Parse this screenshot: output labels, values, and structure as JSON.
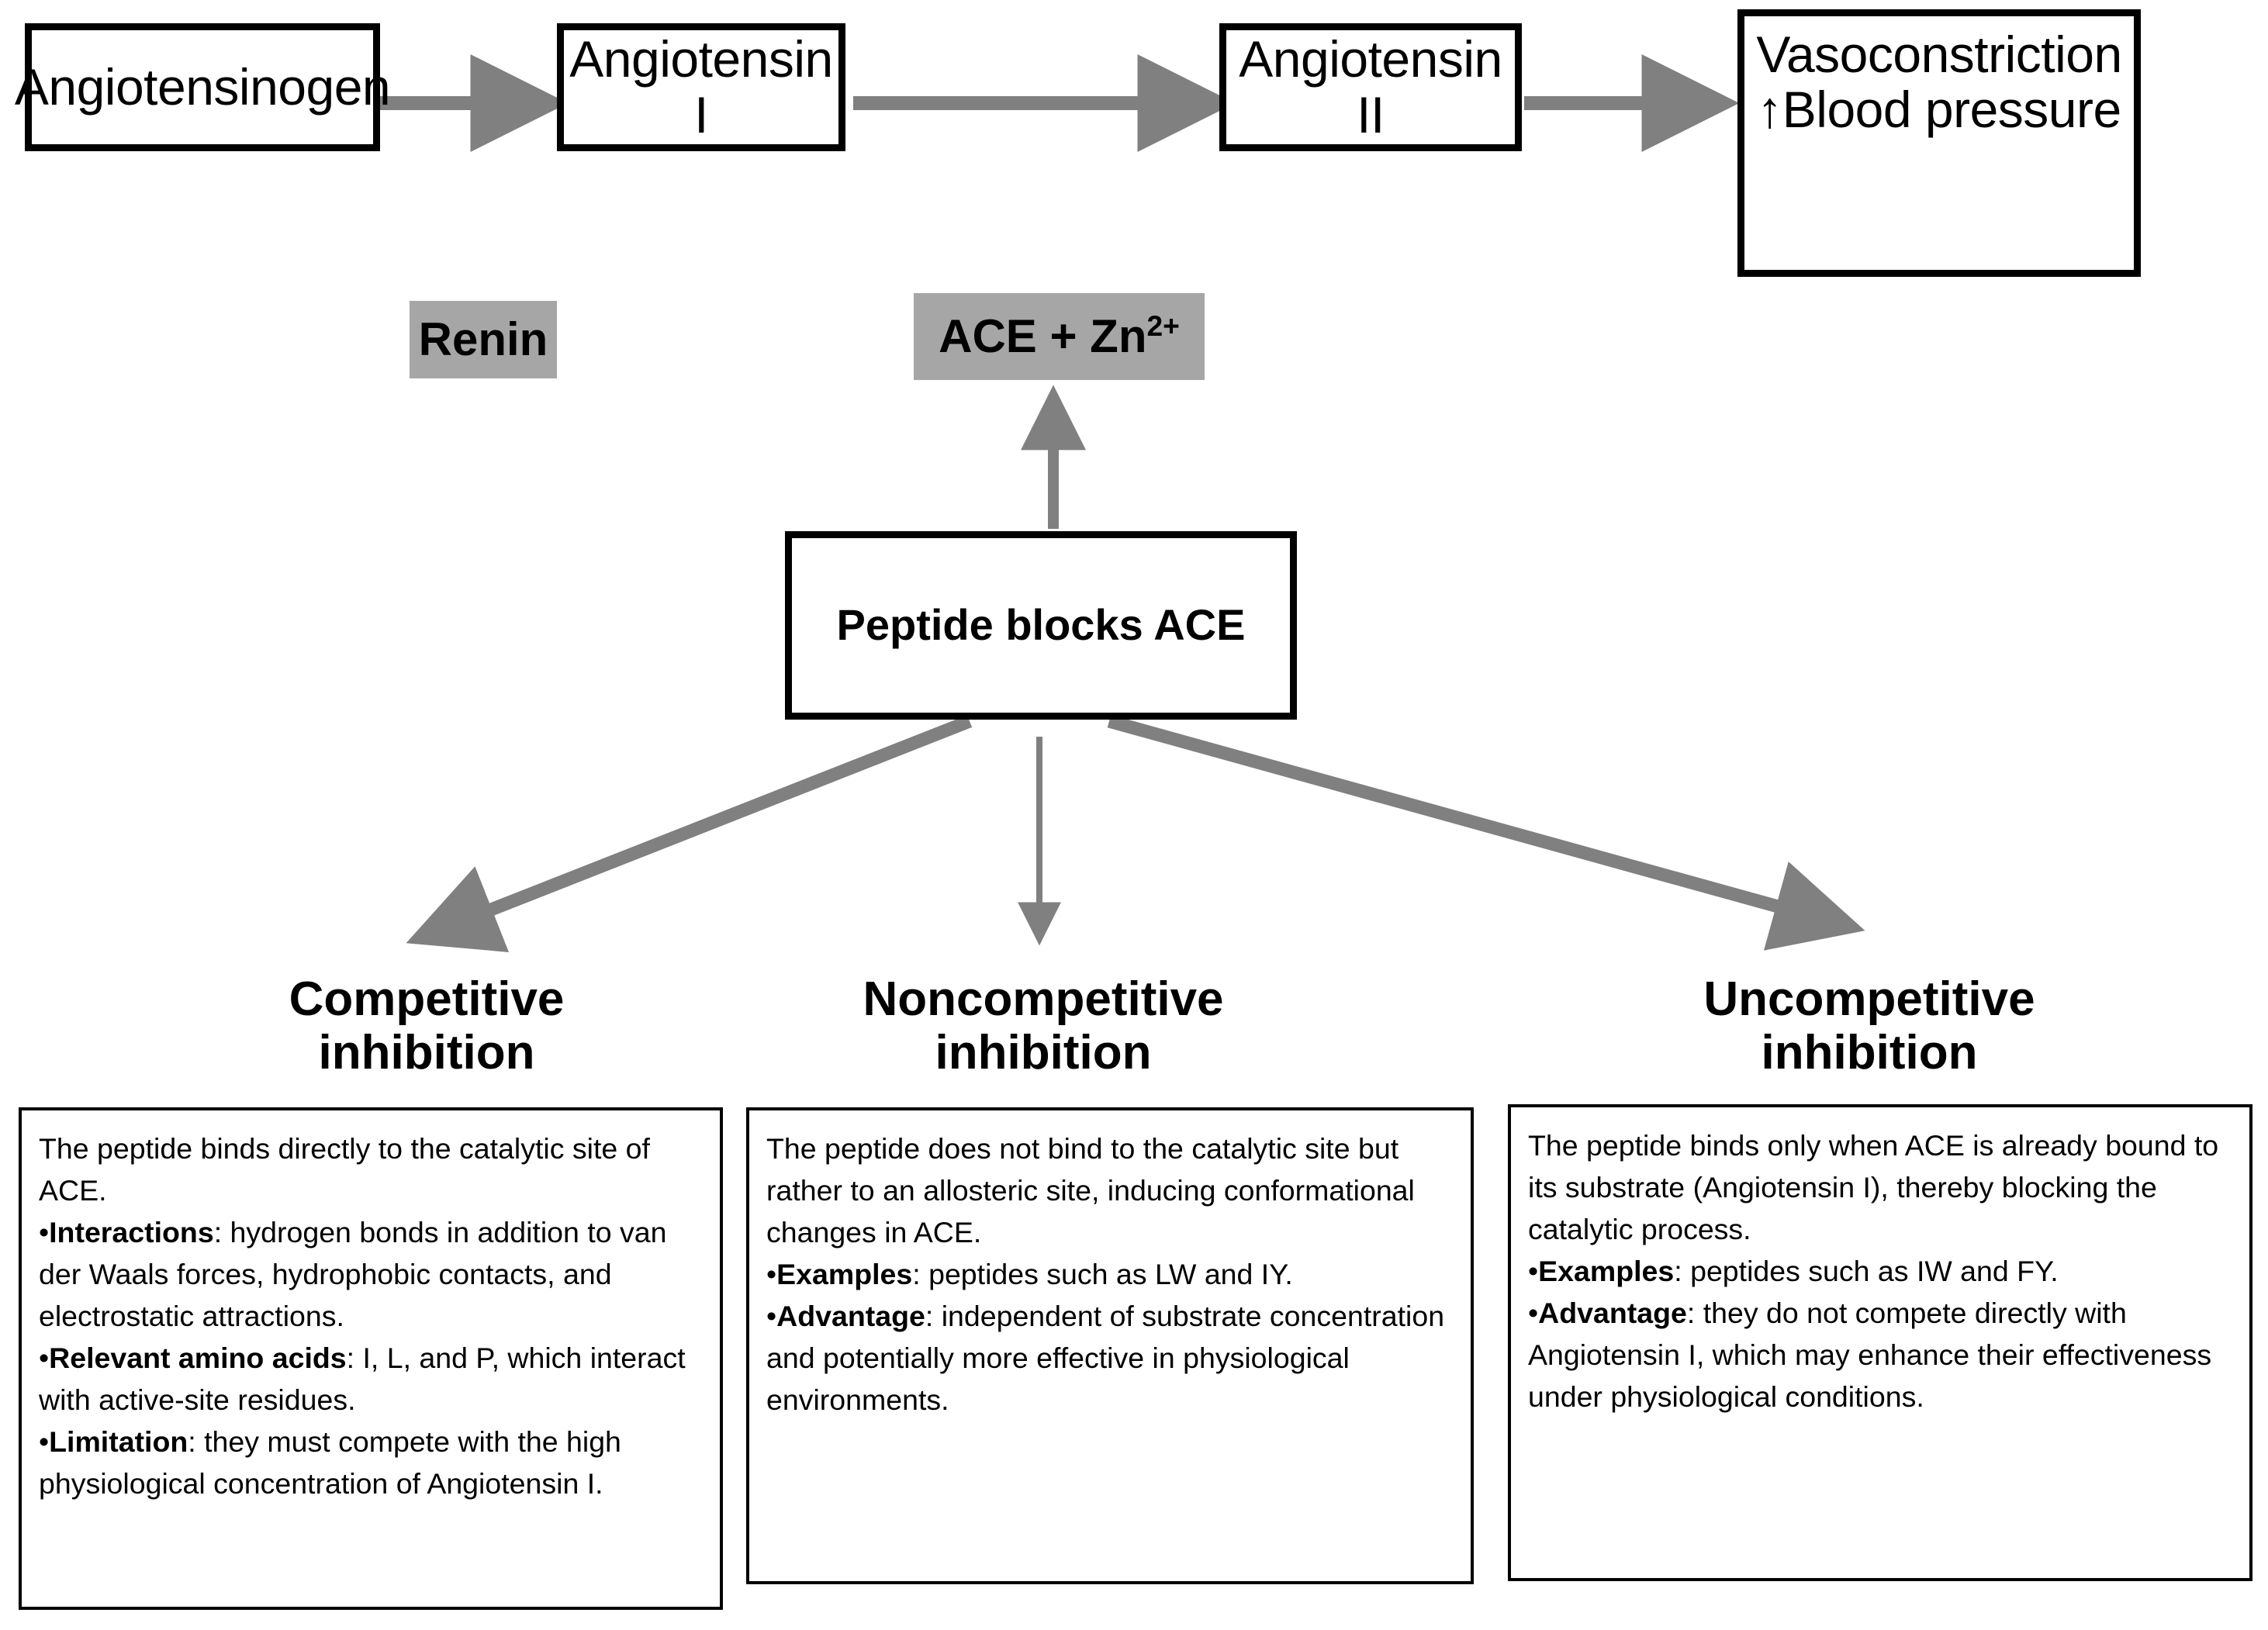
{
  "diagram": {
    "title": "ACE inhibition pathway and peptide inhibition mechanisms",
    "colors": {
      "enzyme_chip_fill": "#a6a6a6",
      "arrow": "#808080",
      "box_border": "#000000",
      "background": "#ffffff"
    }
  },
  "cascade": {
    "boxes": [
      {
        "label": "Angiotensinogen"
      },
      {
        "label": "Angiotensin I"
      },
      {
        "label": "Angiotensin II"
      }
    ],
    "outcome": {
      "line1": "Vasoconstriction",
      "line2": "↑Blood pressure"
    }
  },
  "enzymes": {
    "renin": {
      "label": "Renin"
    },
    "ace": {
      "label": "ACE + Zn",
      "charge": "2+"
    }
  },
  "peptide": {
    "label": "Peptide blocks ACE"
  },
  "inhibition": [
    {
      "heading_line1": "Competitive",
      "heading_line2": "inhibition",
      "paragraphs": [
        {
          "intro": "The peptide binds directly to the catalytic site of ACE."
        },
        {
          "bullet": "•",
          "term": "Interactions",
          "rest": ": hydrogen bonds in addition to van der Waals forces, hydrophobic contacts, and electrostatic attractions."
        },
        {
          "bullet": "•",
          "term": "Relevant amino acids",
          "rest": ": I, L, and P, which interact with active-site residues."
        },
        {
          "bullet": "•",
          "term": "Limitation",
          "rest": ": they must compete with the high physiological concentration of Angiotensin I."
        }
      ]
    },
    {
      "heading_line1": "Noncompetitive",
      "heading_line2": "inhibition",
      "paragraphs": [
        {
          "intro": "The peptide does not bind to the catalytic site but rather to an allosteric site, inducing conformational changes in ACE."
        },
        {
          "bullet": "•",
          "term": "Examples",
          "rest": ": peptides such as LW and IY."
        },
        {
          "bullet": "•",
          "term": "Advantage",
          "rest": ": independent of substrate concentration and potentially more effective in physiological environments."
        }
      ]
    },
    {
      "heading_line1": "Uncompetitive",
      "heading_line2": "inhibition",
      "paragraphs": [
        {
          "intro": "The peptide binds only when ACE is already bound to its substrate (Angiotensin I), thereby blocking the catalytic process."
        },
        {
          "bullet": "•",
          "term": "Examples",
          "rest": ": peptides such as IW and FY."
        },
        {
          "bullet": "•",
          "term": "Advantage",
          "rest": ": they do not compete directly with Angiotensin I, which may enhance their effectiveness under physiological conditions."
        }
      ]
    }
  ]
}
